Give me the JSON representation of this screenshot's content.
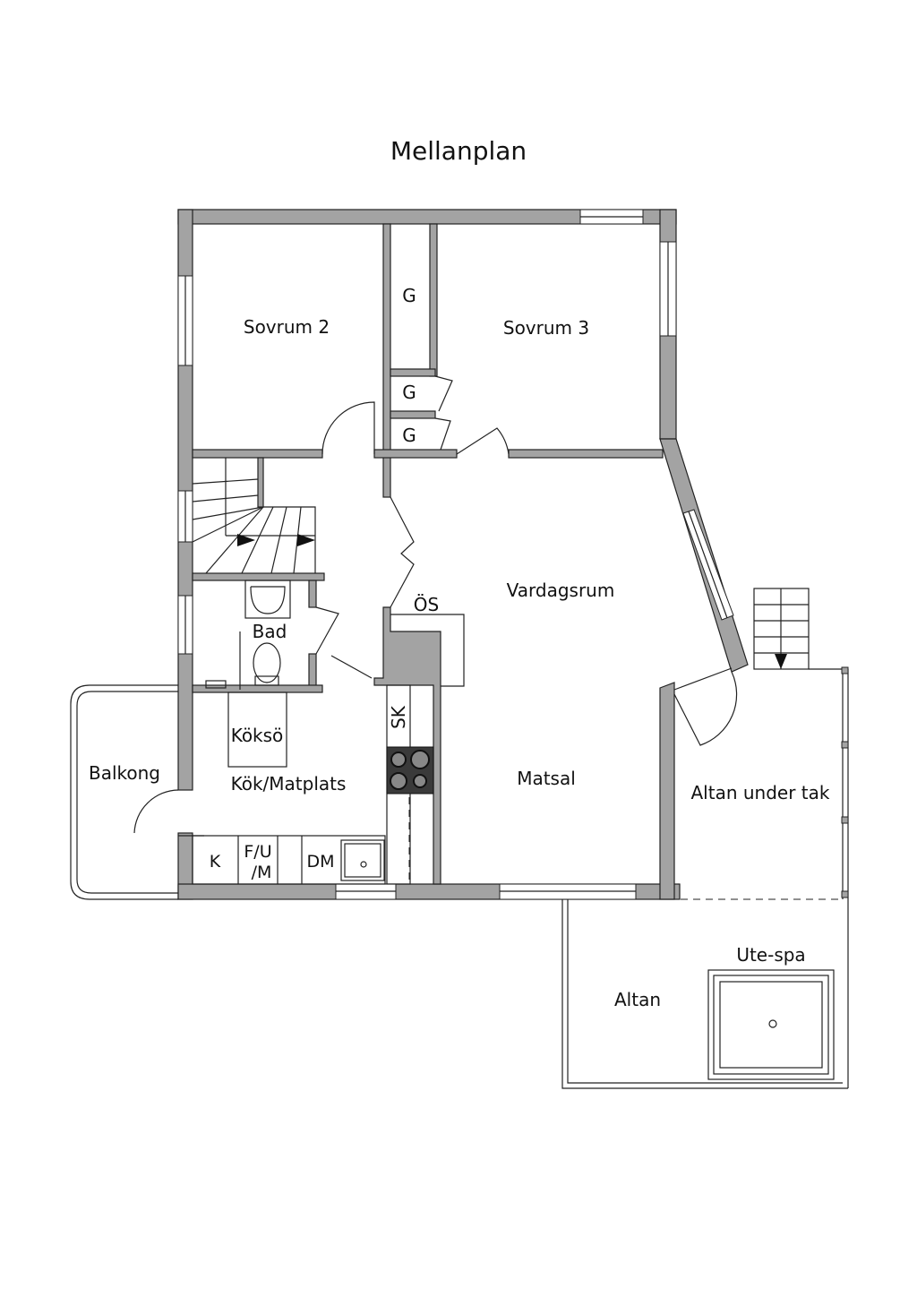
{
  "title": "Mellanplan",
  "rooms": {
    "sovrum2": "Sovrum 2",
    "sovrum3": "Sovrum 3",
    "g1": "G",
    "g2": "G",
    "g3": "G",
    "vardagsrum": "Vardagsrum",
    "os": "ÖS",
    "bad": "Bad",
    "sk": "SK",
    "kokso": "Köksö",
    "kok": "Kök/Matplats",
    "balkong": "Balkong",
    "matsal": "Matsal",
    "altan_tak": "Altan under tak",
    "altan": "Altan",
    "spa": "Ute-spa",
    "k": "K",
    "fu": "F/U",
    "m": "/M",
    "dm": "DM"
  },
  "colors": {
    "wall": "#a3a3a3",
    "stove": "#3a3a3a"
  }
}
